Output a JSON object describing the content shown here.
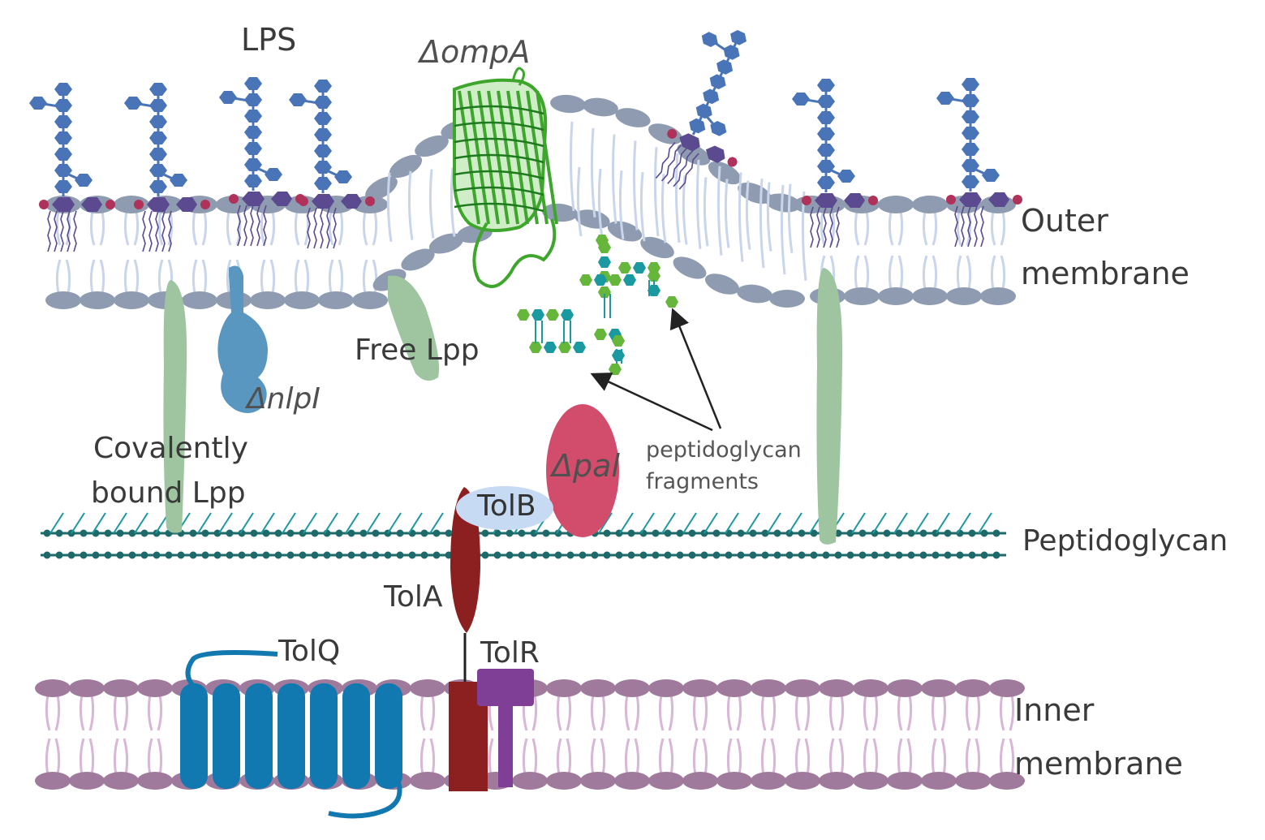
{
  "labels": {
    "lps": "LPS",
    "ompa": "ΔompA",
    "outer_membrane_1": "Outer",
    "outer_membrane_2": "membrane",
    "free_lpp": "Free Lpp",
    "nlpi": "ΔnlpI",
    "covalently_1": "Covalently",
    "covalently_2": "bound Lpp",
    "pal": "Δpal",
    "tolb": "TolB",
    "fragments_1": "peptidoglycan",
    "fragments_2": "fragments",
    "peptidoglycan": "Peptidoglycan",
    "tola": "TolA",
    "tolq": "TolQ",
    "tolr": "TolR",
    "inner_membrane_1": "Inner",
    "inner_membrane_2": "membrane"
  },
  "colors": {
    "om_head": "#8e9bb0",
    "om_tail": "#c9d5ea",
    "im_head": "#a07a9c",
    "im_tail": "#d8b6d6",
    "lps_sugar": "#4a74b8",
    "lps_core": "#5b4a8f",
    "lps_phosphate": "#b0325a",
    "lpp": "#9ec4a0",
    "nlpi": "#5a97c0",
    "ompa": "#3ea62c",
    "pal": "#d24d6b",
    "tolb": "#c6daf4",
    "tola": "#8c1f1f",
    "tolq": "#1279b0",
    "tolr": "#7f3f96",
    "peptidoglycan": "#1e6a6a",
    "pg_fragment_a": "#66b63c",
    "pg_fragment_b": "#1a9aa0"
  }
}
